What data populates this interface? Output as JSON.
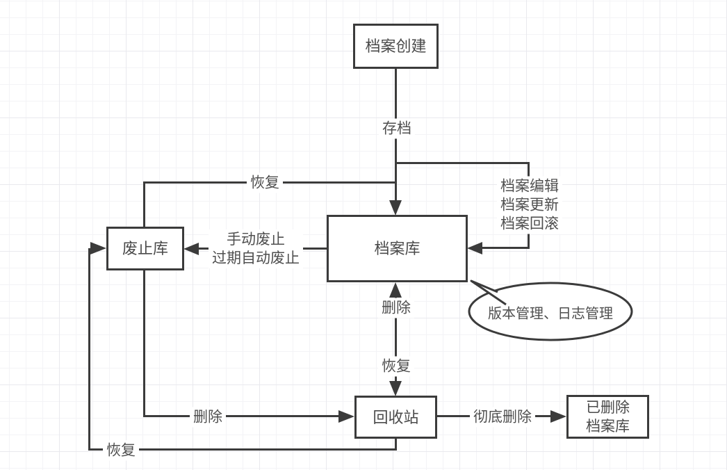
{
  "canvas": {
    "background_color": "#ffffff",
    "grid_minor_color": "#f3f3f6",
    "grid_major_color": "#e9e9ee",
    "stroke_color": "#3b3b3b",
    "text_color": "#4a4a4a"
  },
  "nodes": {
    "create": {
      "label": "档案创建"
    },
    "archive": {
      "label": "档案库"
    },
    "abolished": {
      "label": "废止库"
    },
    "recycle": {
      "label": "回收站"
    },
    "deleted": {
      "line1": "已删除",
      "line2": "档案库"
    }
  },
  "edges": {
    "store": {
      "label": "存档"
    },
    "restore_top": {
      "label": "恢复"
    },
    "edit_loop": {
      "line1": "档案编辑",
      "line2": "档案更新",
      "line3": "档案回滚"
    },
    "abolish": {
      "line1": "手动废止",
      "line2": "过期自动废止"
    },
    "delete_mid": {
      "label": "删除"
    },
    "restore_mid": {
      "label": "恢复"
    },
    "delete_bottom": {
      "label": "删除"
    },
    "purge": {
      "label": "彻底删除"
    },
    "restore_bottom": {
      "label": "恢复"
    }
  },
  "callout": {
    "label": "版本管理、日志管理"
  }
}
